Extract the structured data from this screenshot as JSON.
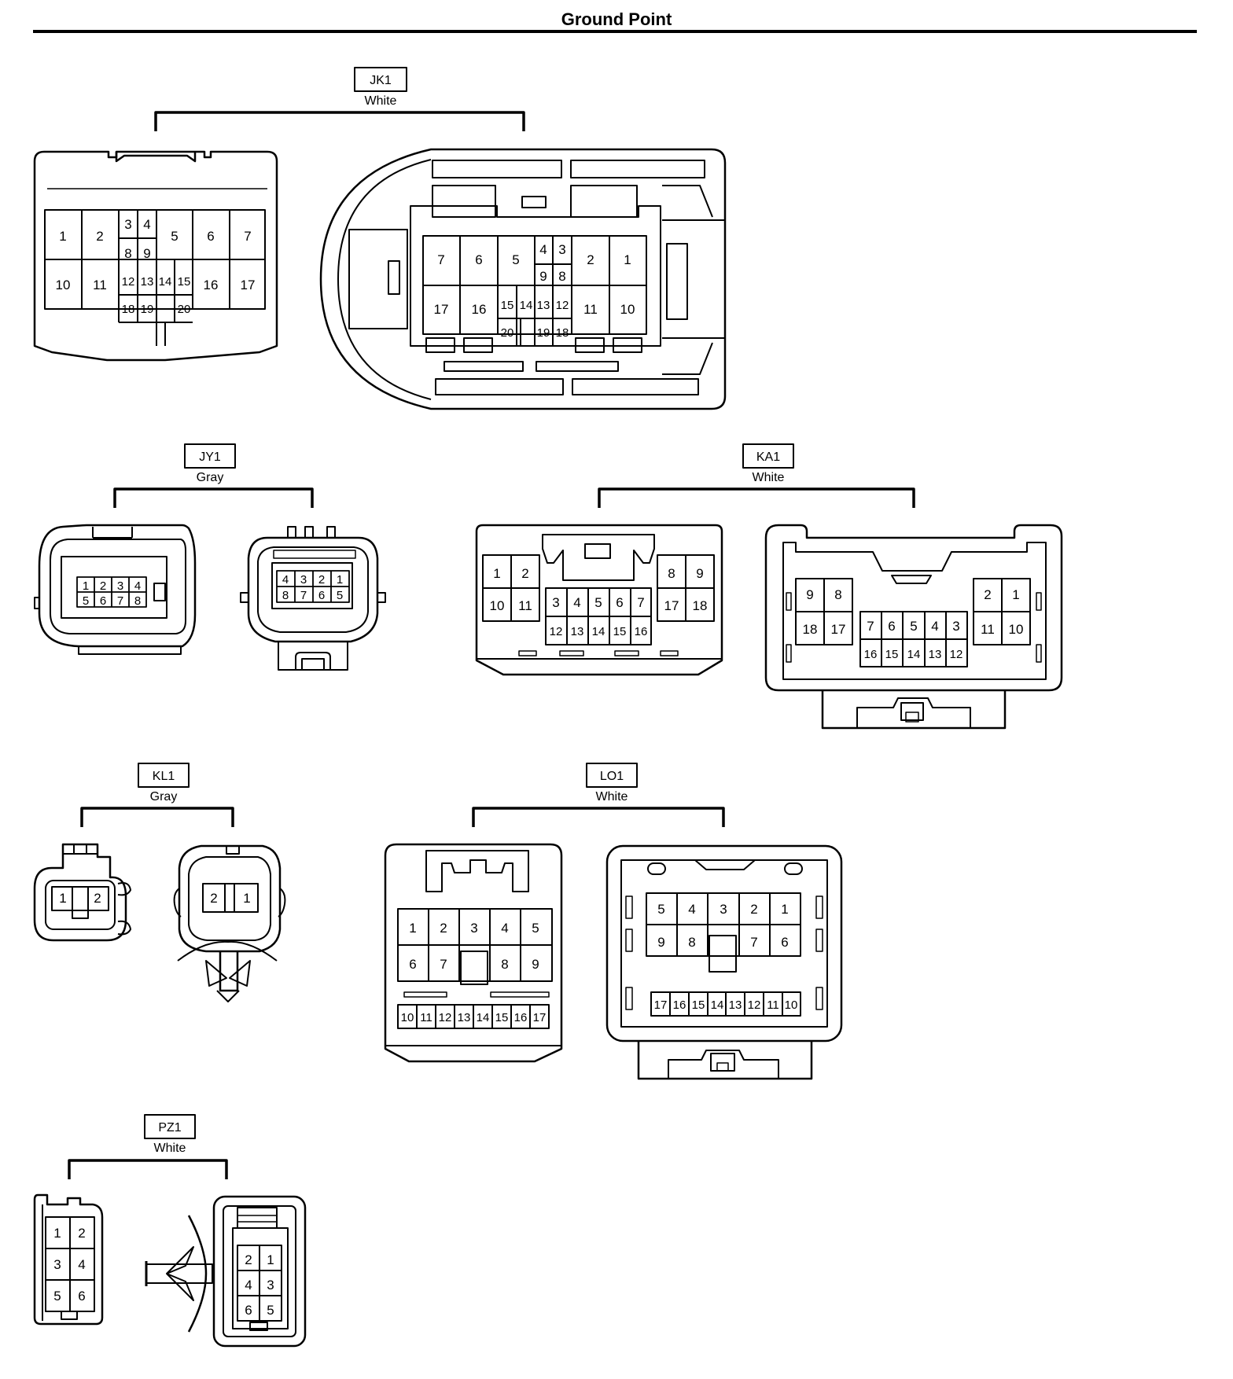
{
  "title": "Ground Point",
  "connectors": {
    "JK1": {
      "id": "JK1",
      "color": "White"
    },
    "JY1": {
      "id": "JY1",
      "color": "Gray"
    },
    "KA1": {
      "id": "KA1",
      "color": "White"
    },
    "KL1": {
      "id": "KL1",
      "color": "Gray"
    },
    "LO1": {
      "id": "LO1",
      "color": "White"
    },
    "PZ1": {
      "id": "PZ1",
      "color": "White"
    }
  },
  "pins": {
    "1": "1",
    "2": "2",
    "3": "3",
    "4": "4",
    "5": "5",
    "6": "6",
    "7": "7",
    "8": "8",
    "9": "9",
    "10": "10",
    "11": "11",
    "12": "12",
    "13": "13",
    "14": "14",
    "15": "15",
    "16": "16",
    "17": "17",
    "18": "18",
    "19": "19",
    "20": "20"
  }
}
